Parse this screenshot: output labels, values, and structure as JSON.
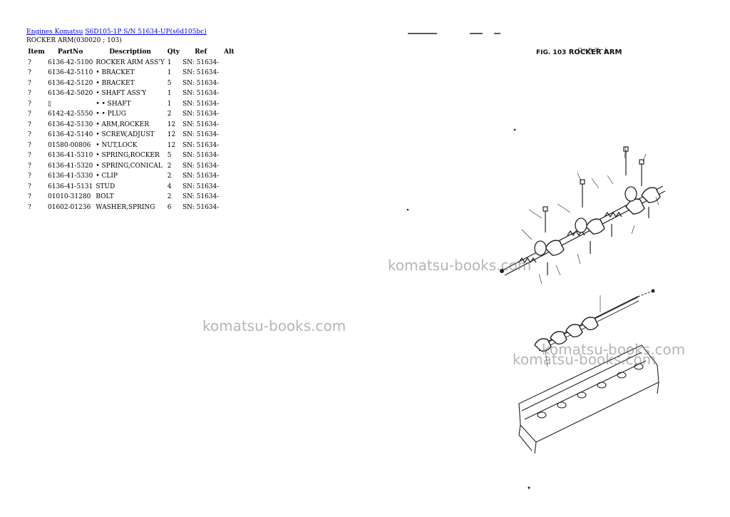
{
  "breadcrumb": {
    "link1": "Engines Komatsu",
    "link2": "S6D105-1P S/N 51634-UP(s6d105bc)"
  },
  "subtitle": "ROCKER ARM(030020 ; 103)",
  "table": {
    "headers": [
      "Item",
      "PartNo",
      "Description",
      "Qty",
      "Ref",
      "Alt"
    ],
    "rows": [
      {
        "item": "?",
        "part": "6136-42-5100",
        "desc": "ROCKER ARM ASS'Y",
        "qty": "1",
        "ref": "SN: 51634-",
        "alt": ""
      },
      {
        "item": "?",
        "part": "6136-42-5110",
        "desc": "• BRACKET",
        "qty": "1",
        "ref": "SN: 51634-",
        "alt": ""
      },
      {
        "item": "?",
        "part": "6136-42-5120",
        "desc": "• BRACKET",
        "qty": "5",
        "ref": "SN: 51634-",
        "alt": ""
      },
      {
        "item": "?",
        "part": "6136-42-5020",
        "desc": "• SHAFT ASS'Y",
        "qty": "1",
        "ref": "SN: 51634-",
        "alt": ""
      },
      {
        "item": "?",
        "part": "▯",
        "desc": "• • SHAFT",
        "qty": "1",
        "ref": "SN: 51634-",
        "alt": ""
      },
      {
        "item": "?",
        "part": "6142-42-5550",
        "desc": "• • PLUG",
        "qty": "2",
        "ref": "SN: 51634-",
        "alt": ""
      },
      {
        "item": "?",
        "part": "6136-42-5130",
        "desc": "• ARM,ROCKER",
        "qty": "12",
        "ref": "SN: 51634-",
        "alt": ""
      },
      {
        "item": "?",
        "part": "6136-42-5140",
        "desc": "• SCREW,ADJUST",
        "qty": "12",
        "ref": "SN: 51634-",
        "alt": ""
      },
      {
        "item": "?",
        "part": "01580-00806",
        "desc": "• NUT,LOCK",
        "qty": "12",
        "ref": "SN: 51634-",
        "alt": ""
      },
      {
        "item": "?",
        "part": "6136-41-5310",
        "desc": "• SPRING,ROCKER",
        "qty": "5",
        "ref": "SN: 51634-",
        "alt": ""
      },
      {
        "item": "?",
        "part": "6136-41-5320",
        "desc": "• SPRING,CONICAL",
        "qty": "2",
        "ref": "SN: 51634-",
        "alt": ""
      },
      {
        "item": "?",
        "part": "6136-41-5330",
        "desc": "• CLIP",
        "qty": "2",
        "ref": "SN: 51634-",
        "alt": ""
      },
      {
        "item": "?",
        "part": "6136-41-5131",
        "desc": "STUD",
        "qty": "4",
        "ref": "SN: 51634-",
        "alt": ""
      },
      {
        "item": "?",
        "part": "01010-31280",
        "desc": "BOLT",
        "qty": "2",
        "ref": "SN: 51634-",
        "alt": ""
      },
      {
        "item": "?",
        "part": "01602-01236",
        "desc": "WASHER,SPRING",
        "qty": "6",
        "ref": "SN: 51634-",
        "alt": ""
      }
    ]
  },
  "figure": {
    "number": "FIG. 103",
    "title": "ROCKER ARM",
    "kana": "ロッカ アーム"
  },
  "watermark": "komatsu-books.com"
}
